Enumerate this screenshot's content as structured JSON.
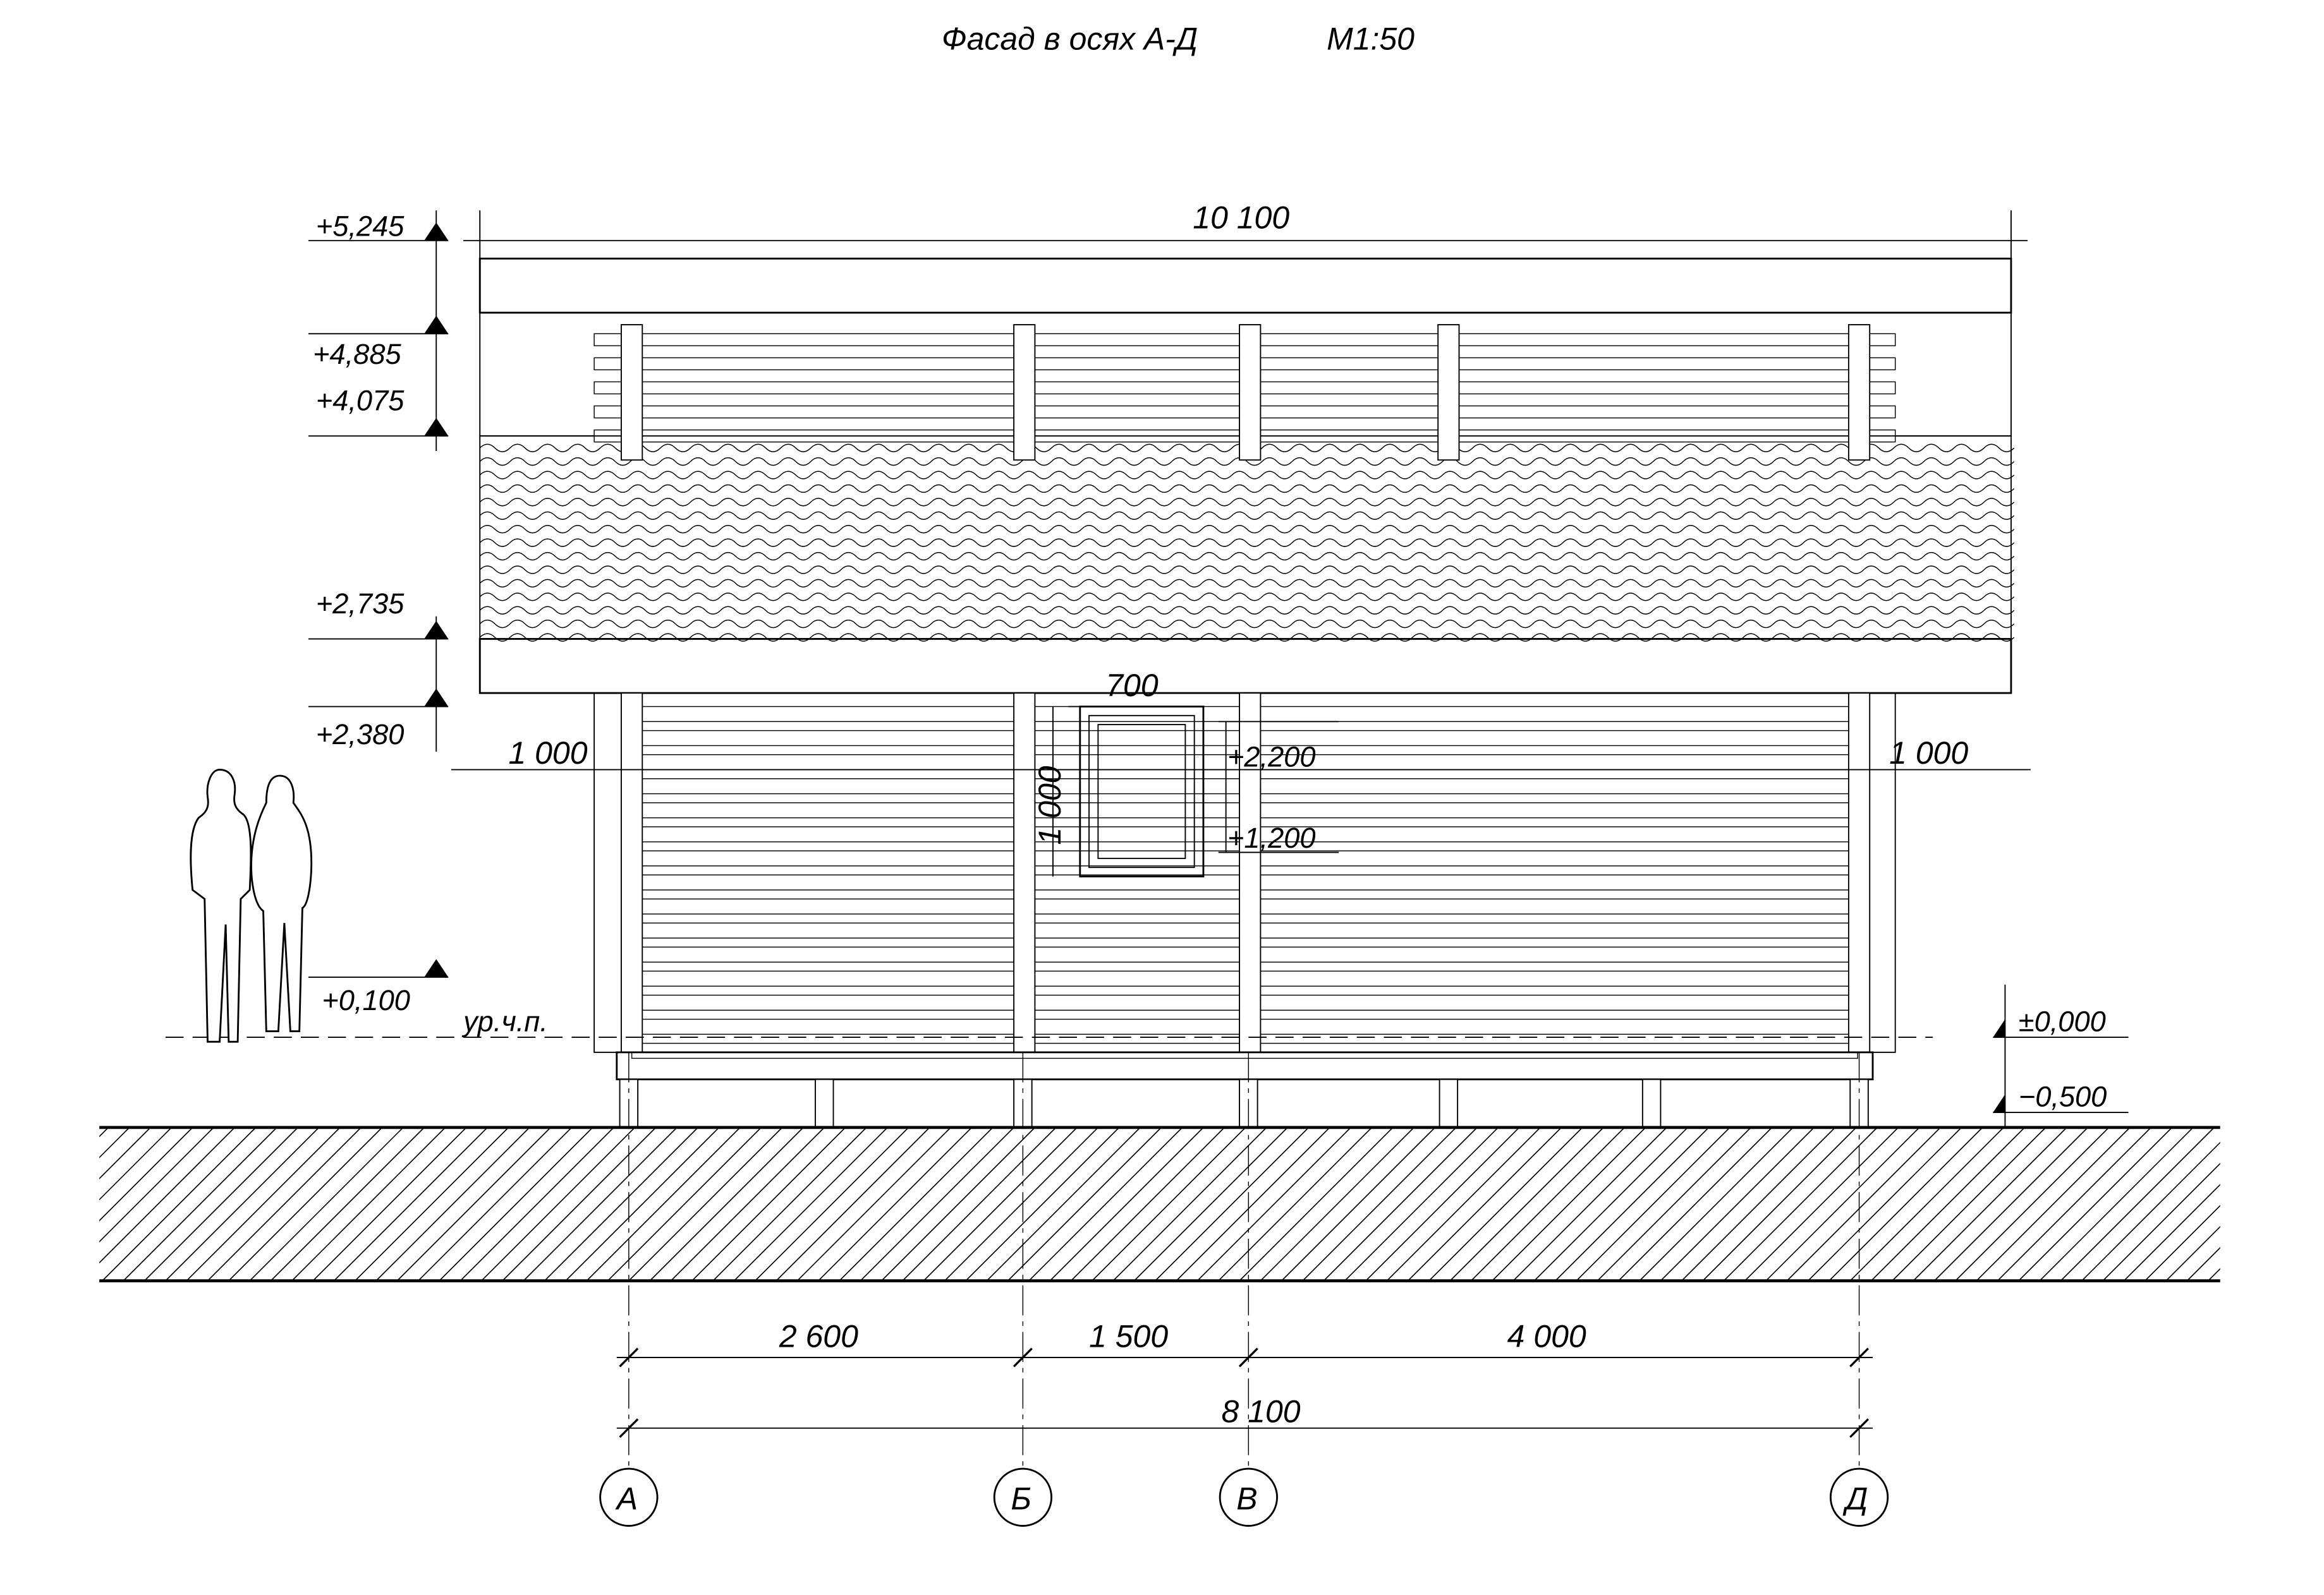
{
  "title": "Фасад в осях А-Д",
  "scale": "М1:50",
  "dimensions": {
    "roof_width": "10 100",
    "overhang_left": "1 000",
    "overhang_right": "1 000",
    "window_width": "700",
    "window_height": "1 000",
    "axis_spans": [
      "2 600",
      "1 500",
      "4 000"
    ],
    "overall": "8 100"
  },
  "levels_left": [
    "+5,245",
    "+4,885",
    "+4,075",
    "+2,735",
    "+2,380",
    "+0,100"
  ],
  "levels_window": [
    "+2,200",
    "+1,200"
  ],
  "levels_right": [
    "±0,000",
    "−0,500"
  ],
  "floor_label": "ур.ч.п.",
  "axes": [
    "А",
    "Б",
    "В",
    "Д"
  ],
  "colors": {
    "wall": "#bdbdbd",
    "shadow": "#d6d6d6",
    "line": "#000000"
  }
}
